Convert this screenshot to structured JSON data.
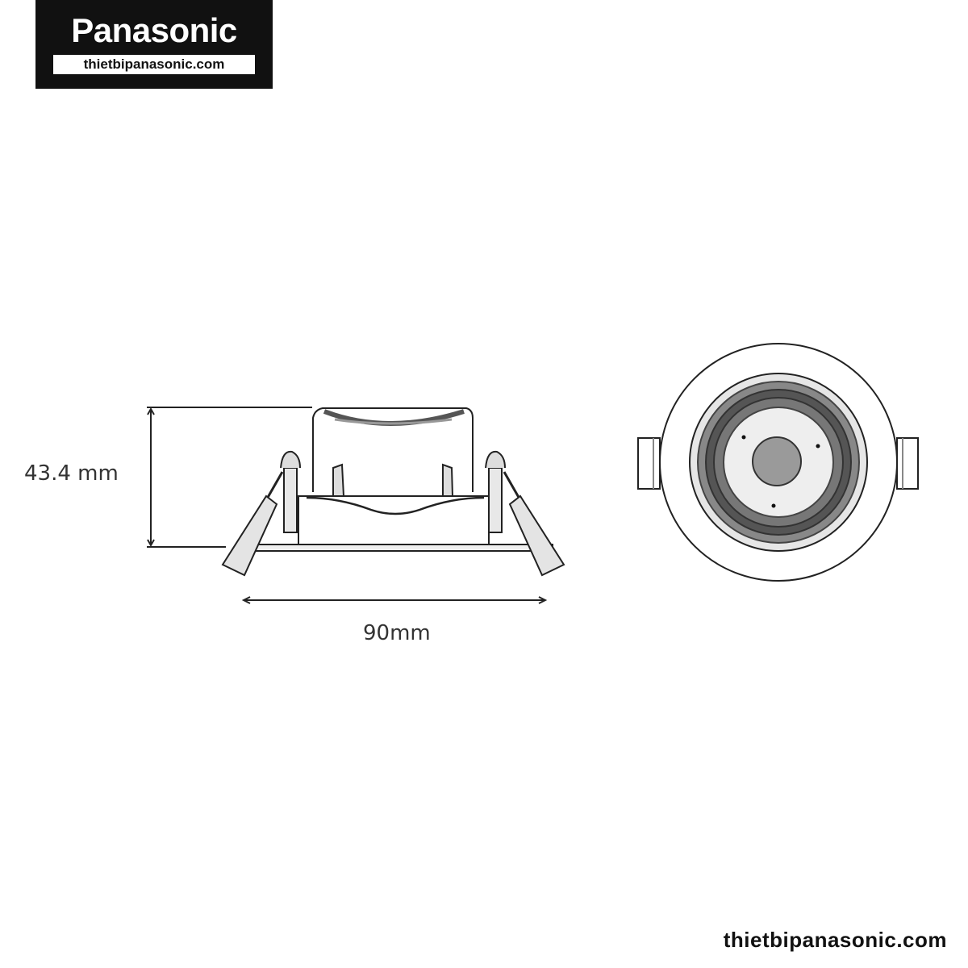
{
  "logo": {
    "brand": "Panasonic",
    "url": "thietbipanasonic.com"
  },
  "dimensions": {
    "height_label": "43.4 mm",
    "width_label": "90mm"
  },
  "footer": {
    "url": "thietbipanasonic.com"
  }
}
